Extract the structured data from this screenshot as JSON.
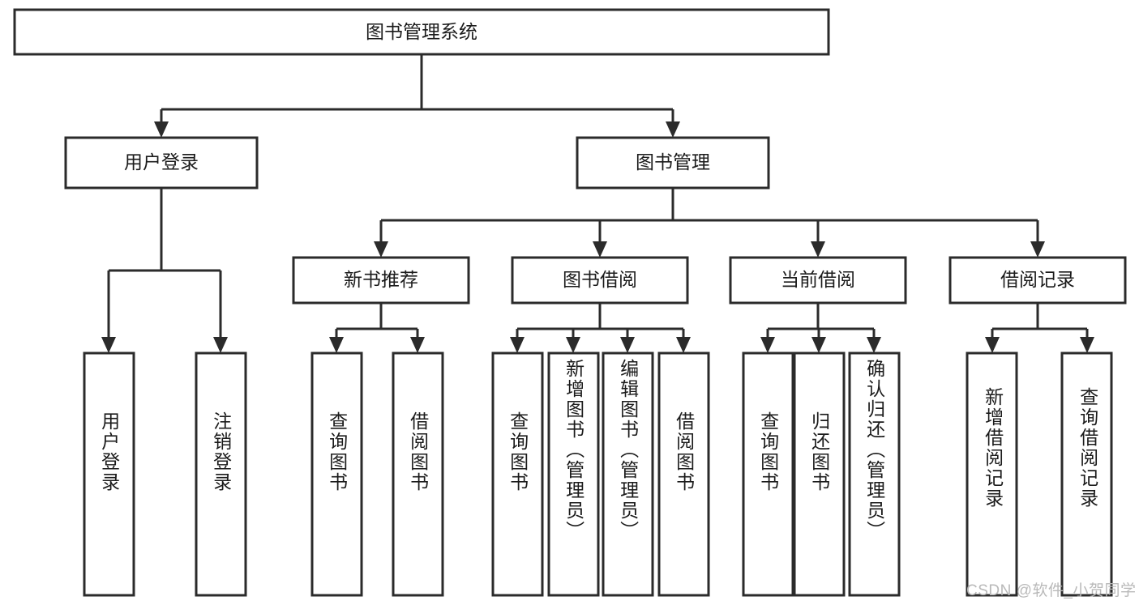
{
  "diagram": {
    "type": "tree",
    "title": "图书管理系统",
    "orientation": "top-down",
    "edge_style": "orthogonal-arrow",
    "colors": {
      "stroke": "#2b2b2b",
      "box_fill": "#ffffff",
      "text": "#1b1b1b",
      "background": "#ffffff",
      "watermark": "#b9b9b9"
    },
    "root": {
      "label": "图书管理系统"
    },
    "level2": [
      {
        "label": "用户登录"
      },
      {
        "label": "图书管理"
      }
    ],
    "level3": [
      {
        "label": "新书推荐"
      },
      {
        "label": "图书借阅"
      },
      {
        "label": "当前借阅"
      },
      {
        "label": "借阅记录"
      }
    ],
    "leaves": {
      "user_login": [
        {
          "label": "用户登录"
        },
        {
          "label": "注销登录"
        }
      ],
      "new_book_recommend": [
        {
          "label": "查询图书"
        },
        {
          "label": "借阅图书"
        }
      ],
      "book_borrow": [
        {
          "label": "查询图书"
        },
        {
          "label": "新增图书（管理员）"
        },
        {
          "label": "编辑图书（管理员）"
        },
        {
          "label": "借阅图书"
        }
      ],
      "current_borrow": [
        {
          "label": "查询图书"
        },
        {
          "label": "归还图书"
        },
        {
          "label": "确认归还（管理员）"
        }
      ],
      "borrow_record": [
        {
          "label": "新增借阅记录"
        },
        {
          "label": "查询借阅记录"
        }
      ]
    }
  },
  "watermark": {
    "text": "CSDN @软件_小贺同学"
  }
}
